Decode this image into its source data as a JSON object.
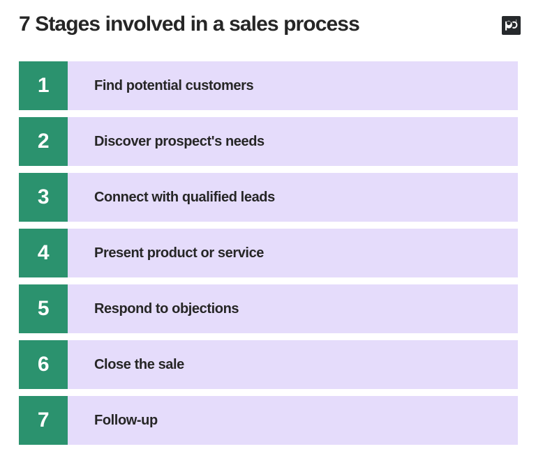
{
  "header": {
    "title": "7 Stages involved in a sales process",
    "logo": {
      "icon": "pipedrive-pd-logo-icon",
      "text": "pd",
      "background": "#26292c",
      "foreground": "#ffffff"
    }
  },
  "theme": {
    "page_background": "#ffffff",
    "number_badge_color": "#2b926e",
    "row_background": "#e5dcfb",
    "text_color": "#262626",
    "number_text_color": "#ffffff"
  },
  "stages": [
    {
      "number": "1",
      "label": "Find potential customers"
    },
    {
      "number": "2",
      "label": "Discover prospect's needs"
    },
    {
      "number": "3",
      "label": "Connect with qualified leads"
    },
    {
      "number": "4",
      "label": "Present product or service"
    },
    {
      "number": "5",
      "label": "Respond to objections"
    },
    {
      "number": "6",
      "label": "Close the sale"
    },
    {
      "number": "7",
      "label": "Follow-up"
    }
  ]
}
